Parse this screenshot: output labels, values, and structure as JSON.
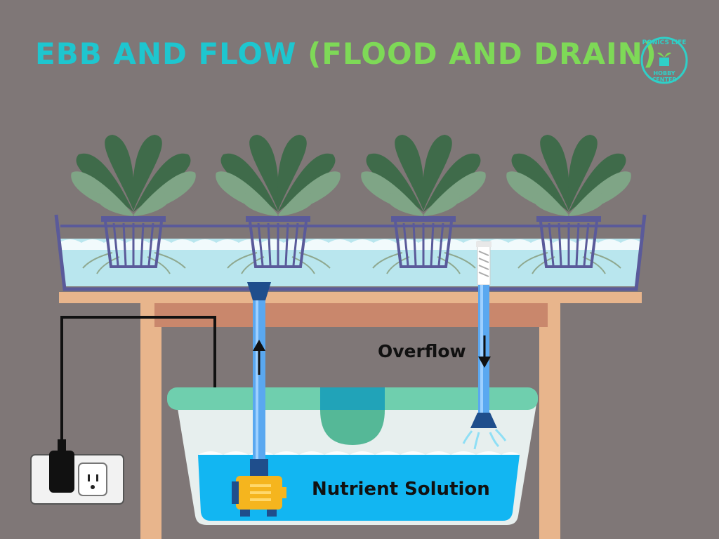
{
  "title": {
    "part1": "EBB AND FLOW",
    "part2": "(FLOOD AND DRAIN)"
  },
  "logo": {
    "top_text": "PONICS LIFE",
    "bottom_text": "HOBBY CENTER"
  },
  "labels": {
    "overflow": "Overflow",
    "nutrient": "Nutrient Solution"
  },
  "plants": [
    {
      "name": "plant-1"
    },
    {
      "name": "plant-2"
    },
    {
      "name": "plant-3"
    },
    {
      "name": "plant-4"
    }
  ],
  "colors": {
    "background": "#7f7777",
    "title_cyan": "#1ec6cf",
    "title_green": "#7ed957",
    "water_light": "#b9e6ee",
    "water_blue": "#12b6f2",
    "pipe": "#5aa8f0",
    "tray": "#5a5a9a",
    "table": "#e8b58c",
    "reservoir_rim": "#6fcfae",
    "pump": "#f5b51e",
    "leaf_dark": "#3f6b4a",
    "leaf_light": "#7fa586"
  }
}
